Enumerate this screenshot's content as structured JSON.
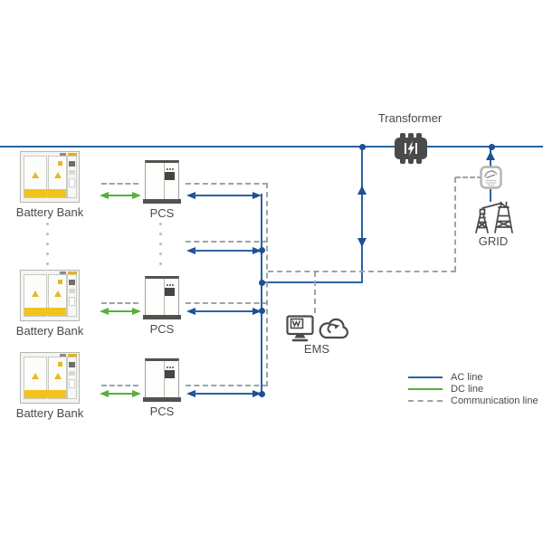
{
  "diagram": {
    "transformer_label": "Transformer",
    "grid_label": "GRID",
    "ems_label": "EMS",
    "rows": [
      {
        "battery_label": "Battery Bank",
        "pcs_label": "PCS"
      },
      {
        "battery_label": "Battery Bank",
        "pcs_label": "PCS"
      },
      {
        "battery_label": "Battery Bank",
        "pcs_label": "PCS"
      }
    ],
    "legend": [
      {
        "label": "AC line",
        "style": "solid",
        "color": "#2b63a2"
      },
      {
        "label": "DC line",
        "style": "solid",
        "color": "#54b13a"
      },
      {
        "label": "Communication line",
        "style": "dashed",
        "color": "#9aa4b0"
      }
    ],
    "colors": {
      "ac_line": "#2b63a2",
      "dc_line": "#54b13a",
      "communication_line": "#9aa4b0",
      "icon_dark": "#4a4a4a",
      "label_text": "#4c4a46",
      "battery_accent": "#f2c31d"
    }
  }
}
